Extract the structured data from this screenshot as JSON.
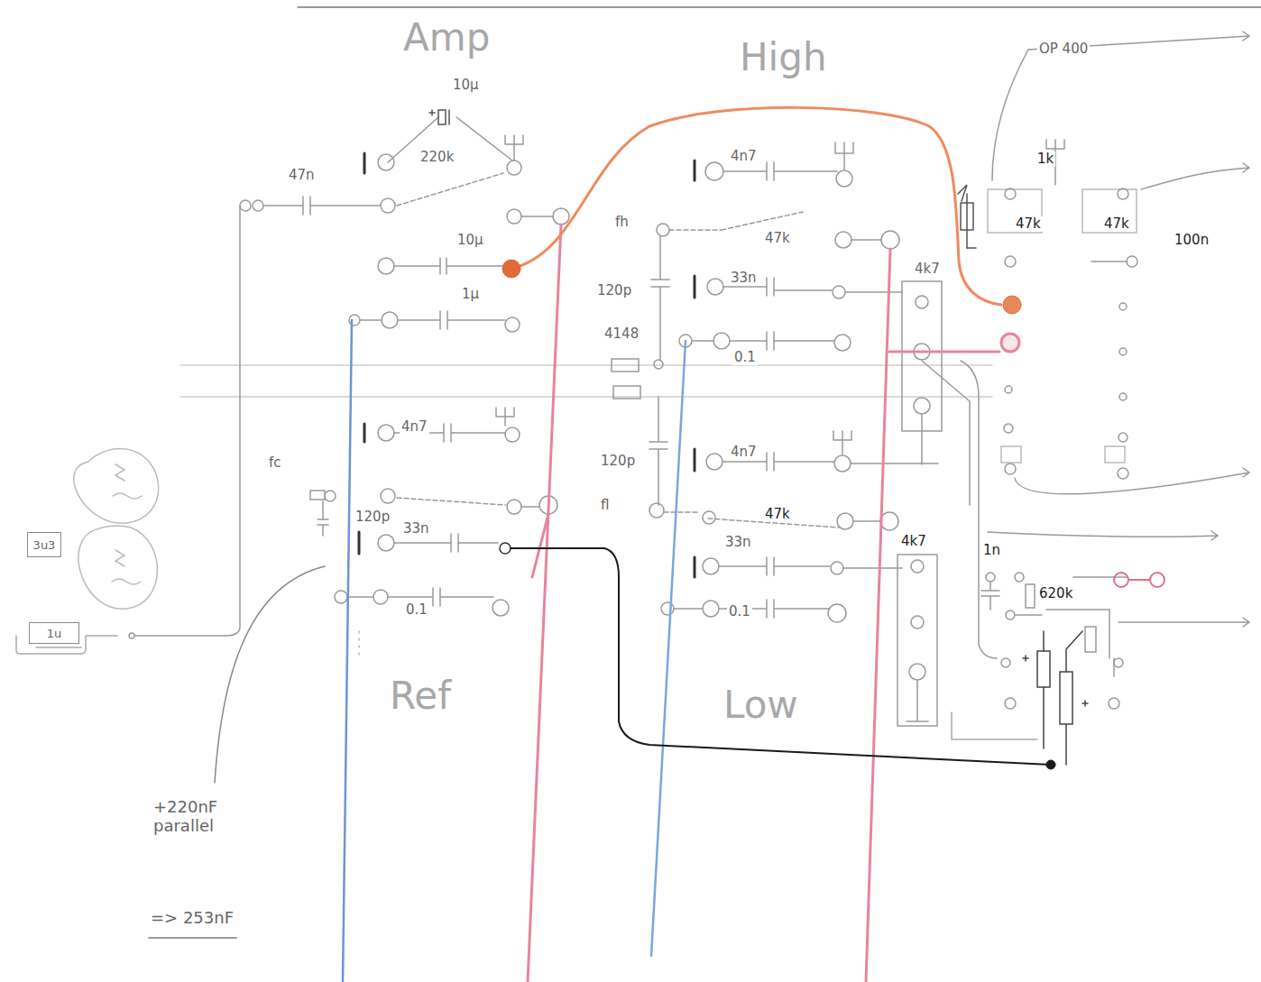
{
  "diagram": {
    "nodes": [
      {
        "text": [
          "3u3"
        ]
      },
      {
        "text": [
          "1u"
        ]
      }
    ],
    "labels": [
      "Amp",
      "High",
      "OP 400",
      "10µ",
      "47n",
      "220k",
      "4n7",
      "1k",
      "47k",
      "47k",
      "100n",
      "10µ",
      "fh",
      "47k",
      "120p",
      "33n",
      "4k7",
      "1µ",
      "4148",
      "0.1",
      "4n7",
      "120p",
      "4n7",
      "fc",
      "fl",
      "47k",
      "120p",
      "33n",
      "33n",
      "4k7",
      "1n",
      "620k",
      "0.1",
      "0.1",
      "Ref",
      "Low",
      "+220nF parallel",
      "=> 253nF"
    ]
  }
}
